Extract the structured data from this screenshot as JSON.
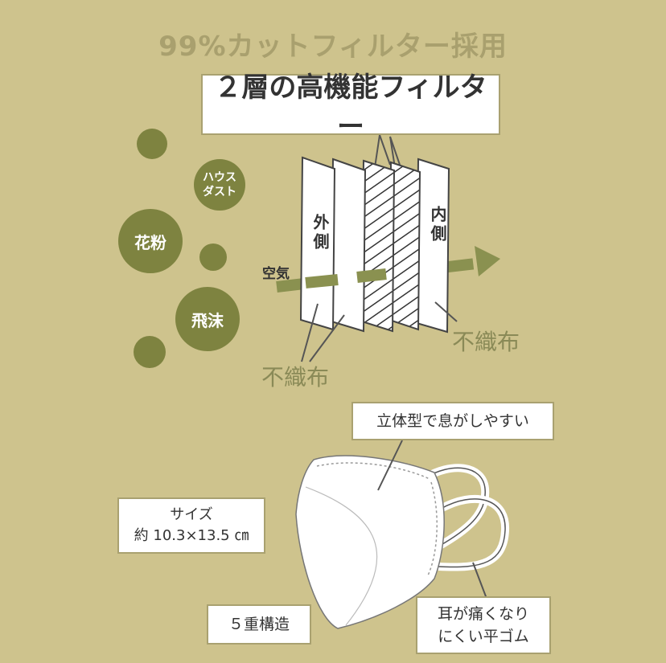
{
  "headline": "99%カットフィルター採用",
  "main_label": "２層の高機能フィルター",
  "particles": {
    "house_dust": "ハウス\nダスト",
    "pollen": "花粉",
    "droplet": "飛沫"
  },
  "layers": {
    "outer": "外側",
    "inner": "内側"
  },
  "air_label": "空気",
  "nonwoven_left": "不織布",
  "nonwoven_right": "不織布",
  "mask_callouts": {
    "shape": "立体型で息がしやすい",
    "size_title": "サイズ",
    "size_value": "約 10.3×13.5 ㎝",
    "structure": "５重構造",
    "ear_line1": "耳が痛くなり",
    "ear_line2": "にくい平ゴム"
  },
  "colors": {
    "background": "#cec38d",
    "olive": "#7e8340",
    "olive_text": "#8a8a57",
    "arrow": "#8a9150"
  }
}
